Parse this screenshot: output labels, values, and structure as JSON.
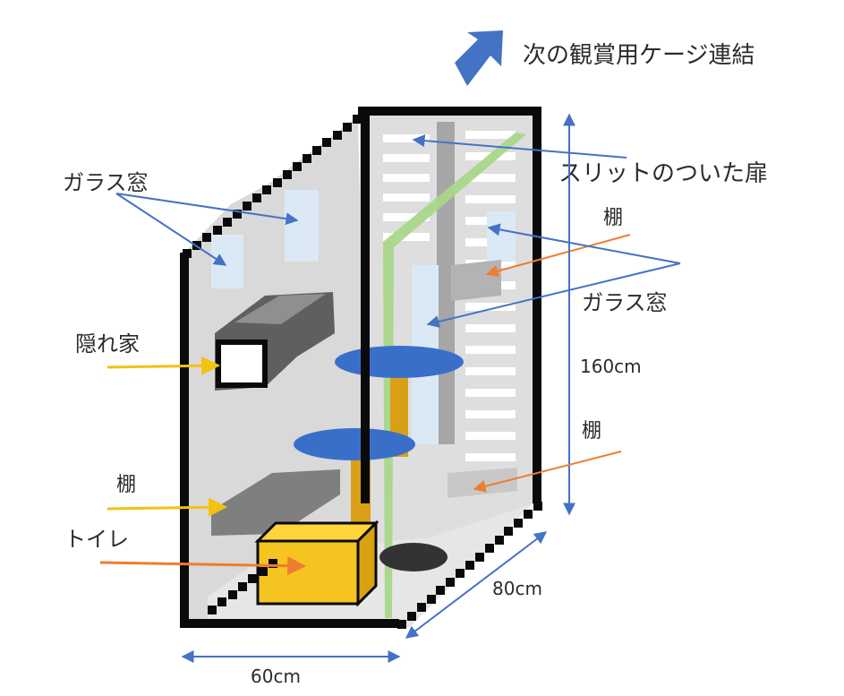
{
  "labels": {
    "next_cage": "次の観賞用ケージ連結",
    "glass_window_left": "ガラス窓",
    "slit_door": "スリットのついた扉",
    "shelf_top": "棚",
    "glass_window_right": "ガラス窓",
    "hideout": "隠れ家",
    "height": "160cm",
    "shelf_right": "棚",
    "shelf_left": "棚",
    "toilet": "トイレ",
    "depth": "80cm",
    "width": "60cm"
  },
  "colors": {
    "outline": "#0a0a0a",
    "wall": "#dcdcdc",
    "glass": "#dbe9f7",
    "platform": "#3a6fc9",
    "post": "#d9a017",
    "toilet": "#f6c420",
    "ladder": "#a8d68a",
    "arrow_blue": "#4472c4",
    "arrow_orange": "#ed7d31",
    "arrow_yellow": "#f2c20f"
  }
}
